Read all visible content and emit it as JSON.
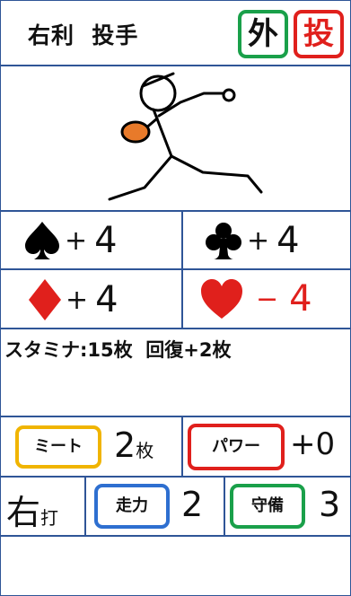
{
  "header": {
    "title": "右利  投手",
    "badge_left": "外",
    "badge_right": "投"
  },
  "suits": {
    "spade": {
      "sign": "+",
      "value": "4"
    },
    "club": {
      "sign": "+",
      "value": "4"
    },
    "diamond": {
      "sign": "+",
      "value": "4"
    },
    "heart": {
      "sign": "−",
      "value": "4"
    }
  },
  "stamina": "スタミナ:15枚  回復+2枚",
  "stats": {
    "meet_label": "ミート",
    "meet_value": "2",
    "meet_unit": "枚",
    "power_label": "パワー",
    "power_value": "+0",
    "bats_main": "右",
    "bats_sub": "打",
    "speed_label": "走力",
    "speed_value": "2",
    "defense_label": "守備",
    "defense_value": "3"
  },
  "colors": {
    "border": "#2f5597",
    "red": "#e0201c",
    "green": "#1aa04a",
    "orange": "#f0b400",
    "blue": "#2e6fd0",
    "ball": "#e87a2a"
  }
}
